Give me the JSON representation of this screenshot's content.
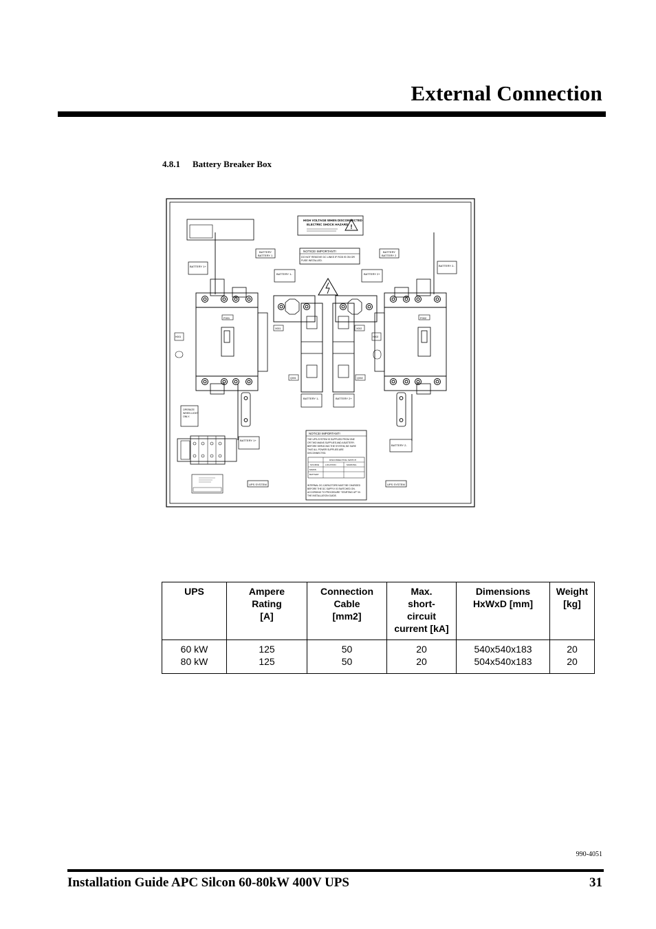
{
  "header": {
    "title": "External Connection"
  },
  "section": {
    "number": "4.8.1",
    "title": "Battery Breaker Box"
  },
  "diagram": {
    "warning_label": [
      "HIGH VOLTAGE WHEN DISCONNECTED",
      "ELECTRIC SHOCK HAZARD"
    ],
    "notice_top": [
      "NOTICE!  IMPORTANT!",
      "DO NOT REMOVE DC LINKS IF RCB IS ON OR",
      "FUSE INSTALLED."
    ],
    "battery_label_1": [
      "BATTERY",
      "BATTERY 1"
    ],
    "battery_label_2": [
      "BATTERY",
      "BATTERY 2"
    ],
    "battery_1_plus": "BATTERY 1+",
    "battery_2_minus": "BATTERY 2-",
    "battery_1_minus": "BATTERY 1-",
    "battery_2_plus": "BATTERY 2+",
    "f001": "F001",
    "f002": "F002",
    "h001": "H001",
    "h002": "H002",
    "x001": "X001",
    "x002": "X002",
    "q001": "Q001",
    "q002": "Q002",
    "operate_light": [
      "OPERATE",
      "WHEN LIGHT",
      "ONLY."
    ],
    "ups_system": "UPS SYSTEM",
    "notice_bottom_title": "NOTICE!  IMPORTANT!",
    "notice_bottom_text": [
      "THE UPS-SYSTEM IS SUPPLIED FROM ONE",
      "OR TWO MAINS SUPPLIES AND A BATTERY.",
      "BEFORE SERVICING THE SYSTEM, BE SURE",
      "THAT ALL POWER SUPPLIES ARE",
      "DISCONNECTED."
    ],
    "disconnecting_switch": "DISCONNECTING SWITCH",
    "switch_cols": [
      "SOURCE",
      "LOCATION",
      "MARKING"
    ],
    "switch_rows": [
      "MAINS",
      "BATTERY"
    ],
    "notice_bottom_footer": [
      "INTERNAL DC-CAPACITORS MUST BE CHARGED",
      "BEFORE THE DC SUPPLY IS SWITCHED ON.",
      "ACCORDING TO PROCEDURE \"STARTING UP\" IN",
      "THE INSTALLATION GUIDE."
    ]
  },
  "table": {
    "headers": [
      [
        "UPS"
      ],
      [
        "Ampere",
        "Rating",
        "[A]"
      ],
      [
        "Connection",
        "Cable",
        "[mm2]"
      ],
      [
        "Max.",
        "short-",
        "circuit",
        "current [kA]"
      ],
      [
        "Dimensions",
        "HxWxD [mm]"
      ],
      [
        "Weight",
        "[kg]"
      ]
    ],
    "rows": [
      [
        "60 kW",
        "125",
        "50",
        "20",
        "540x540x183",
        "20"
      ],
      [
        "80 kW",
        "125",
        "50",
        "20",
        "504x540x183",
        "20"
      ]
    ]
  },
  "doc_number": "990-4051",
  "footer": {
    "title": "Installation Guide APC Silcon 60-80kW 400V UPS",
    "page": "31"
  }
}
